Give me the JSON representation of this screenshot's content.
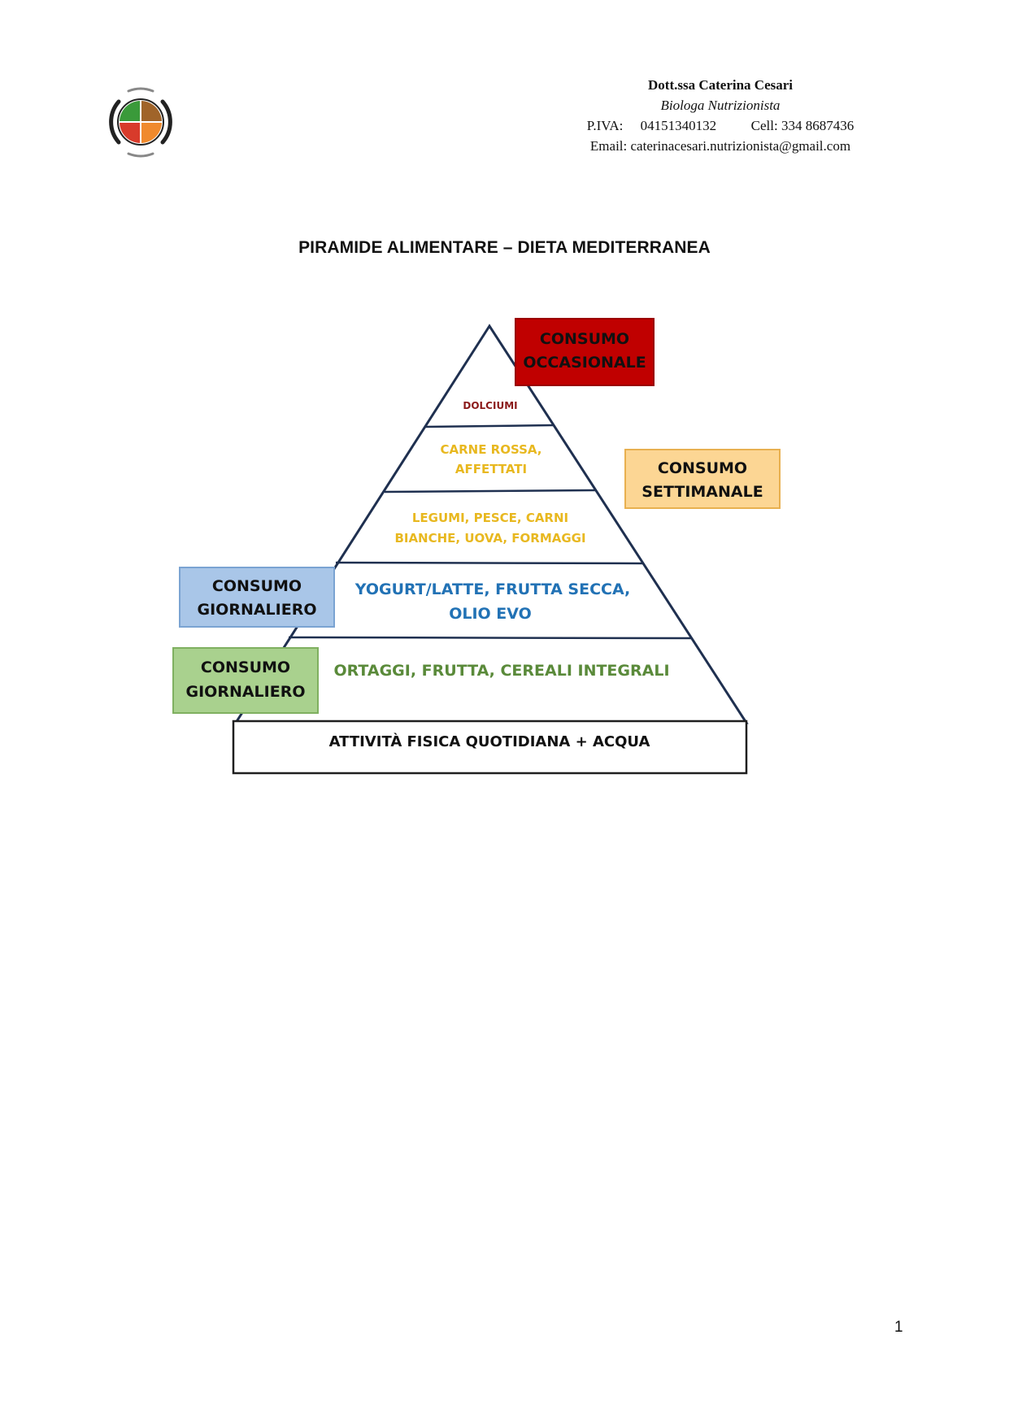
{
  "header": {
    "name": "Dott.ssa Caterina Cesari",
    "role": "Biologa Nutrizionista",
    "piva_label": "P.IVA:",
    "piva_value": "04151340132",
    "cell_label": "Cell:",
    "cell_value": "334 8687436",
    "email_label": "Email:",
    "email_value": "caterinacesari.nutrizionista@gmail.com"
  },
  "logo": {
    "icon": "plate-with-cutlery-logo",
    "colors": [
      "#3a9a3a",
      "#a0642a",
      "#d83b2b",
      "#f08a2d"
    ]
  },
  "title": "PIRAMIDE ALIMENTARE – DIETA MEDITERRANEA",
  "pyramid": {
    "levels": [
      {
        "text": [
          "DOLCIUMI"
        ],
        "color": "#8b1a1a"
      },
      {
        "text": [
          "CARNE ROSSA,",
          "AFFETTATI"
        ],
        "color": "#e8b820"
      },
      {
        "text": [
          "LEGUMI, PESCE, CARNI",
          "BIANCHE, UOVA, FORMAGGI"
        ],
        "color": "#e8b820"
      },
      {
        "text": [
          "YOGURT/LATTE, FRUTTA SECCA,",
          "OLIO EVO"
        ],
        "color": "#2272b5"
      },
      {
        "text": [
          "ORTAGGI, FRUTTA, CEREALI INTEGRALI"
        ],
        "color": "#5a8a3a"
      }
    ],
    "base": "ATTIVITÀ FISICA QUOTIDIANA + ACQUA",
    "labels": [
      {
        "text": [
          "CONSUMO",
          "OCCASIONALE"
        ],
        "fill": "#c00000",
        "border": "#9a0000"
      },
      {
        "text": [
          "CONSUMO",
          "SETTIMANALE"
        ],
        "fill": "#fcd694",
        "border": "#e8b050"
      },
      {
        "text": [
          "CONSUMO",
          "GIORNALIERO"
        ],
        "fill": "#a9c6e8",
        "border": "#7aa3d2"
      },
      {
        "text": [
          "CONSUMO",
          "GIORNALIERO"
        ],
        "fill": "#a9d18e",
        "border": "#7fb060"
      }
    ]
  },
  "page_number": "1"
}
